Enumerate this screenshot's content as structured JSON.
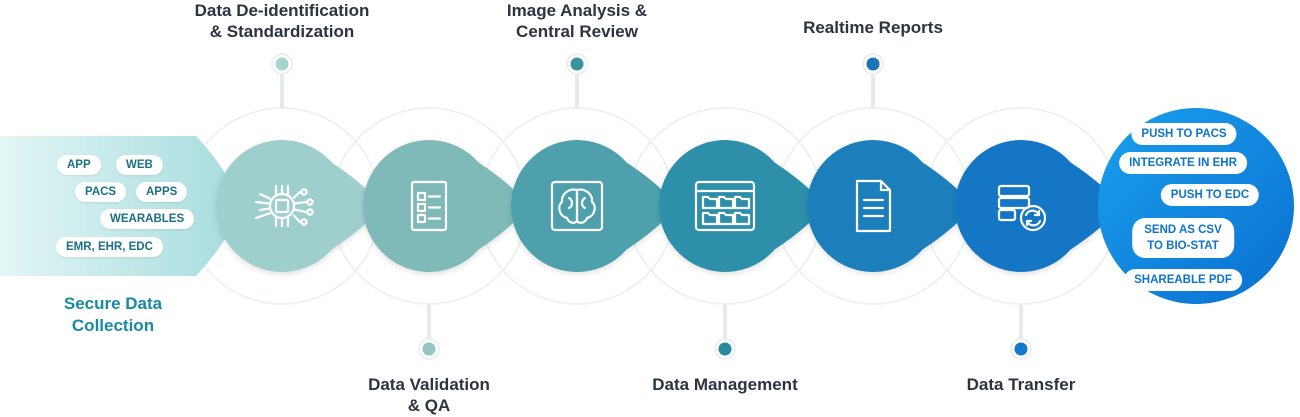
{
  "source": {
    "title": "Secure Data\nCollection",
    "chips": [
      "APP",
      "WEB",
      "PACS",
      "APPS",
      "WEARABLES",
      "EMR, EHR, EDC"
    ],
    "colors": {
      "band_start": "#d8f3f3",
      "band_end": "#a9dfe0",
      "text": "#1a8aa3"
    }
  },
  "stages": [
    {
      "label": "Data De-identification\n& Standardization",
      "position": "top",
      "icon": "chip-circuit-icon",
      "color": "#9fcfcc",
      "dot": "#a7d4d0"
    },
    {
      "label": "Data Validation\n& QA",
      "position": "bottom",
      "icon": "checklist-icon",
      "color": "#7fbab8",
      "dot": "#95c6c3"
    },
    {
      "label": "Image Analysis &\nCentral Review",
      "position": "top",
      "icon": "brain-icon",
      "color": "#4ea0ac",
      "dot": "#3a949e"
    },
    {
      "label": "Data Management",
      "position": "bottom",
      "icon": "folders-window-icon",
      "color": "#2f8fab",
      "dot": "#258aa0"
    },
    {
      "label": "Realtime Reports",
      "position": "top",
      "icon": "document-icon",
      "color": "#1f7fbb",
      "dot": "#1976b6"
    },
    {
      "label": "Data Transfer",
      "position": "bottom",
      "icon": "server-sync-icon",
      "color": "#1676c6",
      "dot": "#1577c9"
    }
  ],
  "outputs": {
    "chips": [
      "PUSH TO PACS",
      "INTEGRATE IN EHR",
      "PUSH TO EDC",
      "SEND AS CSV\nTO BIO-STAT",
      "SHAREABLE PDF"
    ],
    "color": "#0f83e6"
  }
}
